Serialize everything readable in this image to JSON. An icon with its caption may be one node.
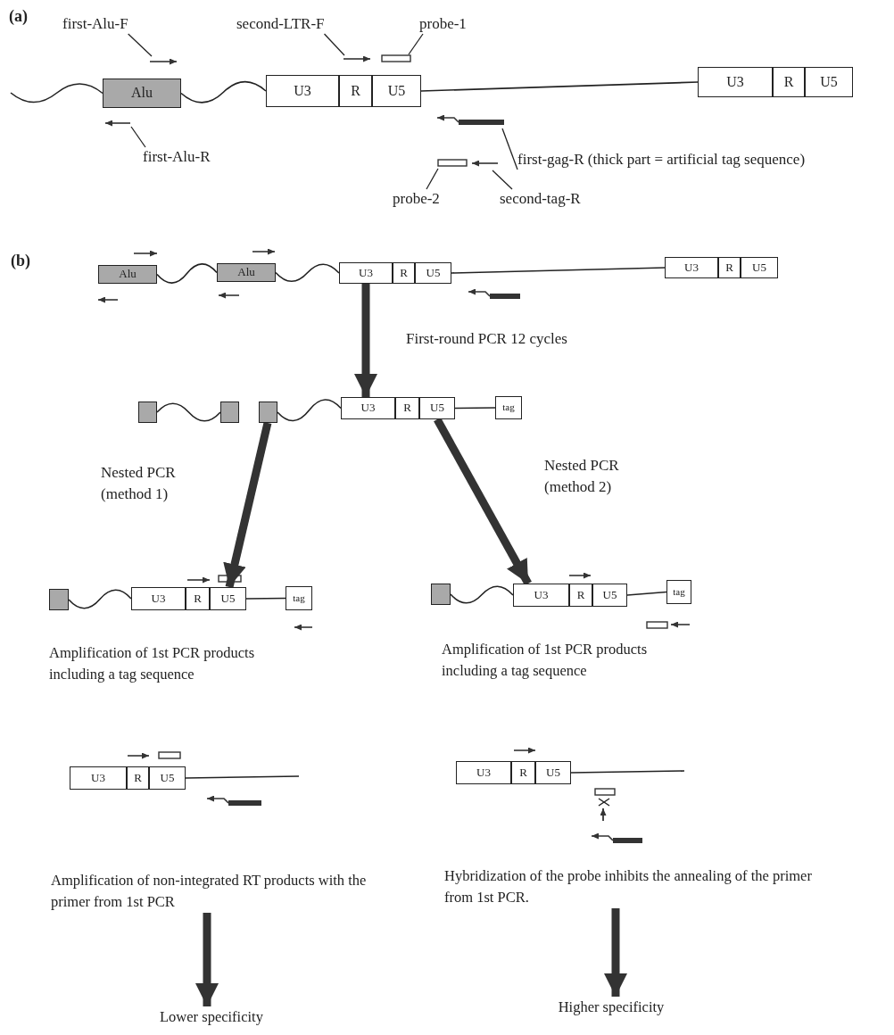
{
  "diagram": {
    "nodes": [
      {
        "text": [
          "first-Alu-F"
        ]
      },
      {
        "text": [
          "second-LTR-F"
        ]
      },
      {
        "text": [
          "probe-1"
        ]
      },
      {
        "text": [
          "Alu"
        ]
      },
      {
        "text": [
          "U3"
        ]
      },
      {
        "text": [
          "R"
        ]
      },
      {
        "text": [
          "U5"
        ]
      },
      {
        "text": [
          "U3"
        ]
      },
      {
        "text": [
          "R"
        ]
      },
      {
        "text": [
          "U5"
        ]
      },
      {
        "text": [
          "first-Alu-R"
        ]
      },
      {
        "text": [
          "first-gag-R (thick part = artificial tag sequence)"
        ]
      },
      {
        "text": [
          "probe-2"
        ]
      },
      {
        "text": [
          "second-tag-R"
        ]
      },
      {
        "text": [
          "Alu"
        ]
      },
      {
        "text": [
          "Alu"
        ]
      },
      {
        "text": [
          "U3"
        ]
      },
      {
        "text": [
          "R"
        ]
      },
      {
        "text": [
          "U5"
        ]
      },
      {
        "text": [
          "U3"
        ]
      },
      {
        "text": [
          "R"
        ]
      },
      {
        "text": [
          "U5"
        ]
      },
      {
        "text": [],
        "shape": "box"
      },
      {
        "text": [],
        "shape": "box"
      },
      {
        "text": [],
        "shape": "box"
      },
      {
        "text": [
          "U3"
        ]
      },
      {
        "text": [
          "R"
        ]
      },
      {
        "text": [
          "U5"
        ]
      },
      {
        "text": [
          "tag"
        ]
      },
      {
        "text": [],
        "shape": "box"
      },
      {
        "text": [
          "U3"
        ]
      },
      {
        "text": [
          "R"
        ]
      },
      {
        "text": [
          "U5"
        ]
      },
      {
        "text": [
          "tag"
        ]
      },
      {
        "text": [],
        "shape": "box"
      },
      {
        "text": [
          "U3"
        ]
      },
      {
        "text": [
          "R"
        ]
      },
      {
        "text": [
          "U5"
        ]
      },
      {
        "text": [
          "tag"
        ]
      },
      {
        "text": [
          "U3"
        ]
      },
      {
        "text": [
          "R"
        ]
      },
      {
        "text": [
          "U5"
        ]
      },
      {
        "text": [
          "U3"
        ]
      },
      {
        "text": [
          "R"
        ]
      },
      {
        "text": [
          "U5"
        ]
      },
      {
        "text": [
          "Amplification of non-integrated RT products with the primer from 1st PCR"
        ]
      },
      {
        "text": [
          "Hybridization of the probe inhibits the annealing of the primer from 1st PCR."
        ]
      },
      {
        "text": [
          "Lower specificity"
        ]
      },
      {
        "text": [
          "Higher specificity"
        ]
      }
    ],
    "edges": [
      {
        "from": 0,
        "to": null,
        "arrow": "none"
      },
      {
        "from": 1,
        "to": null,
        "arrow": "none"
      },
      {
        "from": 2,
        "to": null,
        "arrow": "none"
      },
      {
        "from": 10,
        "to": null,
        "arrow": "none"
      },
      {
        "from": 11,
        "to": null,
        "arrow": "none"
      },
      {
        "from": 12,
        "to": null,
        "arrow": "none"
      },
      {
        "from": 13,
        "to": null,
        "arrow": "none"
      },
      {
        "from": 16,
        "to": 25,
        "arrow": "to",
        "style": "thick",
        "label": "First-round PCR 12 cycles"
      },
      {
        "from": 24,
        "to": 32,
        "arrow": "to",
        "style": "thick",
        "label": "Nested PCR (method 1)"
      },
      {
        "from": 27,
        "to": 35,
        "arrow": "to",
        "style": "thick",
        "label": "Nested PCR (method 2)"
      },
      {
        "from": 45,
        "to": 47,
        "arrow": "to",
        "style": "thick"
      },
      {
        "from": 46,
        "to": 48,
        "arrow": "to",
        "style": "thick"
      },
      {
        "from": null,
        "to": 3,
        "arrow": "none"
      },
      {
        "from": 3,
        "to": 4,
        "arrow": "none"
      },
      {
        "from": 6,
        "to": 7,
        "arrow": "none"
      },
      {
        "from": 14,
        "to": 15,
        "arrow": "none"
      },
      {
        "from": 15,
        "to": 16,
        "arrow": "none"
      },
      {
        "from": 18,
        "to": 19,
        "arrow": "none"
      },
      {
        "from": 22,
        "to": 23,
        "arrow": "none"
      },
      {
        "from": 24,
        "to": 25,
        "arrow": "none"
      },
      {
        "from": 27,
        "to": 28,
        "arrow": "none"
      },
      {
        "from": 29,
        "to": 30,
        "arrow": "none"
      },
      {
        "from": 32,
        "to": 33,
        "arrow": "none"
      },
      {
        "from": 34,
        "to": 35,
        "arrow": "none"
      },
      {
        "from": 37,
        "to": 38,
        "arrow": "none"
      },
      {
        "from": 41,
        "to": null,
        "arrow": "none"
      },
      {
        "from": 44,
        "to": null,
        "arrow": "none"
      }
    ],
    "labels": [
      "(a)",
      "(b)",
      "Amplification of 1st PCR products including a tag sequence",
      "Amplification of 1st PCR products including a tag sequence"
    ]
  }
}
